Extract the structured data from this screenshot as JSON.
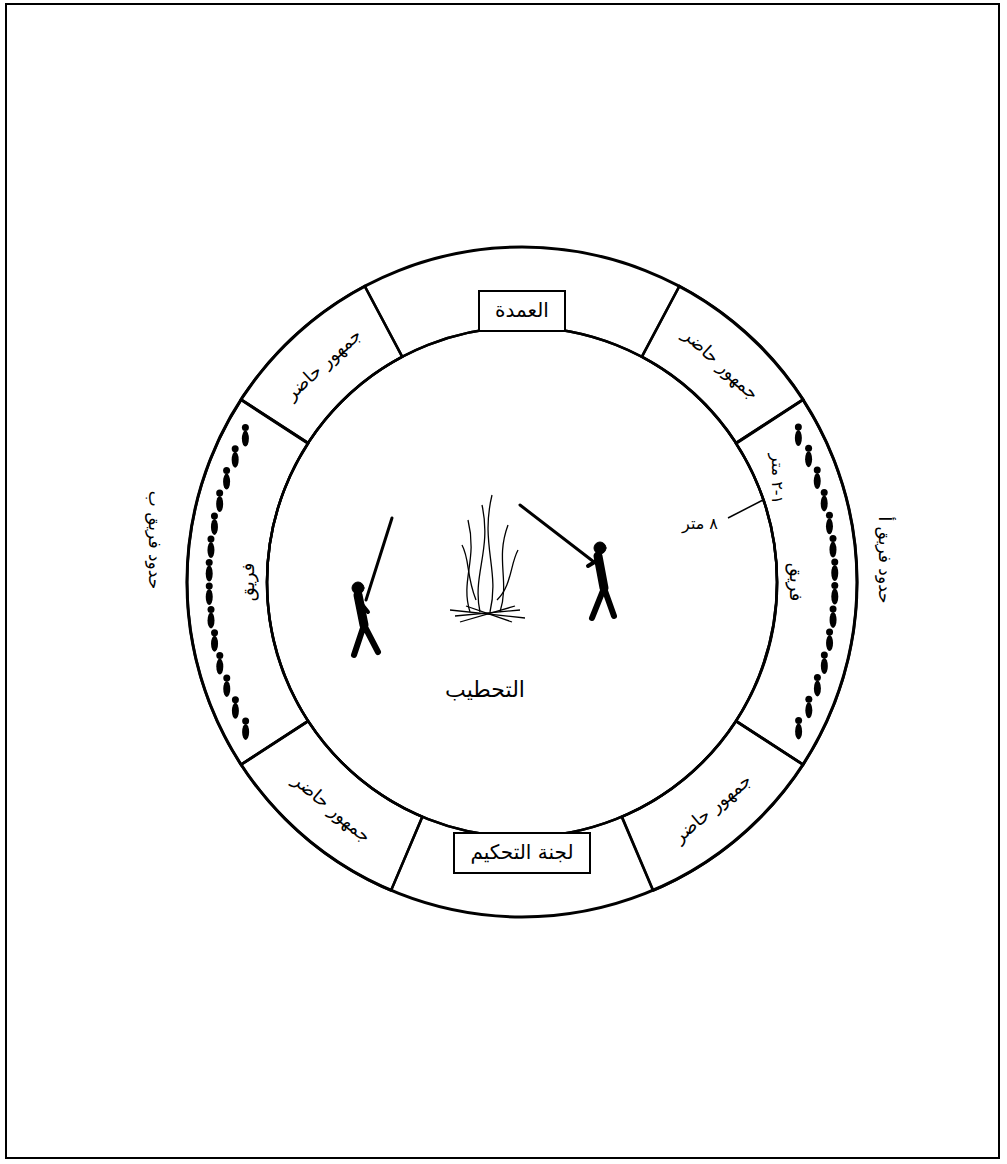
{
  "diagram": {
    "nodes": [
      {
        "text": [
          "العمدة"
        ]
      },
      {
        "text": [
          "جمهور حاضر"
        ]
      },
      {
        "text": [
          "جمهور حاضر"
        ]
      },
      {
        "text": [
          "فريق"
        ]
      },
      {
        "text": [
          "فريق"
        ]
      },
      {
        "text": [
          "التحطيب"
        ]
      },
      {
        "text": [
          "جمهور حاضر"
        ]
      },
      {
        "text": [
          "جمهور حاضر"
        ]
      },
      {
        "text": [
          "لجنة التحكيم"
        ]
      }
    ],
    "labels": [
      "حدود فريق أ",
      "١-٢ متر",
      "٨ متر",
      "حدود فريق ب"
    ]
  }
}
